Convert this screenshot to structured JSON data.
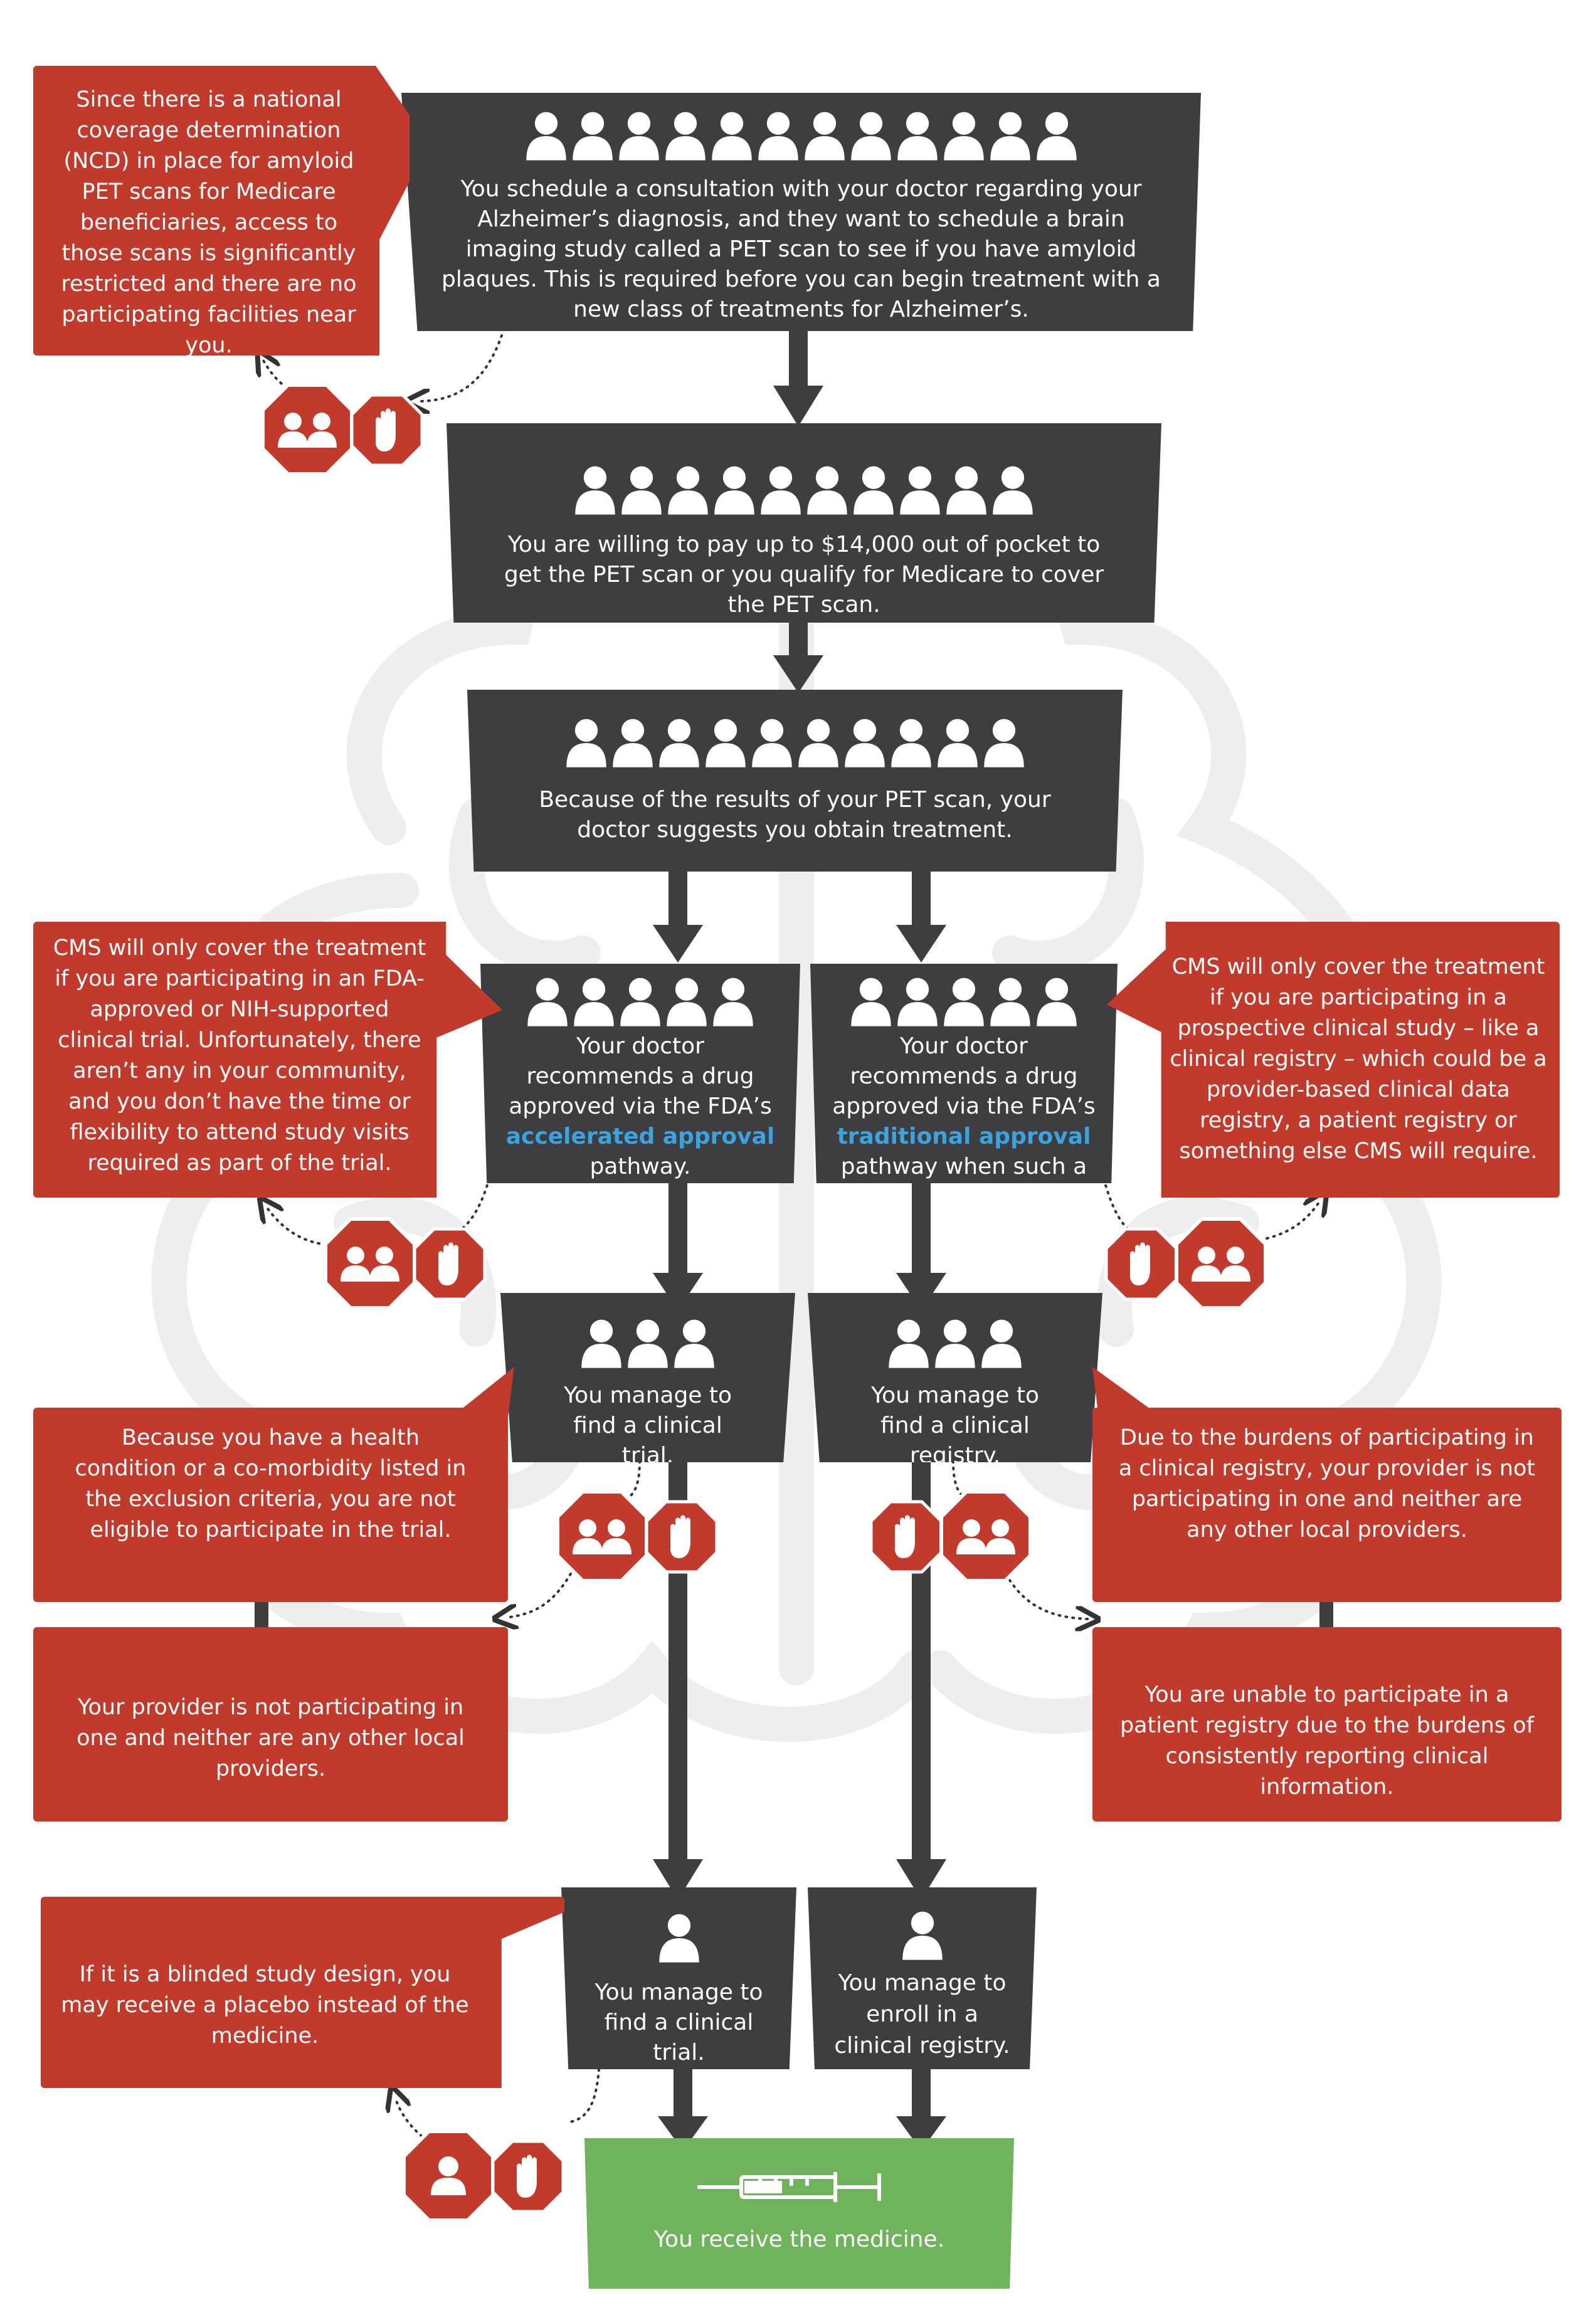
{
  "flow": {
    "step1": "You schedule a consultation with your doctor regarding your Alzheimer’s diagnosis, and they want to schedule a brain imaging study called a PET scan to see if you have amyloid plaques. This is required before you can begin treatment with a new class of treatments for Alzheimer’s.",
    "step2": "You are willing to pay up to $14,000 out of pocket to get the PET scan or you qualify for Medicare to cover the PET scan.",
    "step3": "Because of the results of your PET scan, your doctor suggests you obtain treatment.",
    "accelerated": {
      "pre": "Your doctor recommends a drug approved via the FDA’s ",
      "highlight": "accelerated approval",
      "post": " pathway."
    },
    "traditional": {
      "pre": "Your doctor recommends a drug approved via the FDA’s ",
      "highlight": "traditional approval",
      "post": " pathway when such a drug is approved."
    },
    "find_trial": "You manage to find a clinical trial.",
    "find_registry": "You manage to find a clinical registry.",
    "find_trial_final": "You manage to find a clinical trial.",
    "enroll_registry": "You manage to enroll in a clinical registry.",
    "receive": "You receive the medicine."
  },
  "barriers": {
    "ncd": "Since there is a national coverage determination (NCD) in place for amyloid PET scans for Medicare beneficiaries, access to those scans is significantly restricted and there are no participating facilities near you.",
    "cms_trial": "CMS will only cover the treatment if you are participating in an FDA-approved or NIH-supported clinical trial. Unfortunately, there aren’t any in your community, and you don’t have the time or flexibility to attend study visits required as part of the trial.",
    "cms_study": "CMS will only cover the treatment if you are participating in a prospective clinical study – like a clinical registry – which could be a provider-based clinical data registry, a patient registry or something else CMS will require.",
    "comorbidity": "Because you have a health condition or a co-morbidity listed in the exclusion criteria, you are not eligible to participate in the trial.",
    "provider_trial": "Your provider is not participating in one and neither are any other local providers.",
    "registry_burden": "Due to the burdens of participating in a clinical registry, your provider is not participating in one and neither are any other local providers.",
    "registry_reporting": "You are unable to participate in a patient registry due to the burdens of consistently reporting clinical information.",
    "placebo": "If it is a blinded study design, you may receive a placebo instead of the medicine."
  },
  "icons": {
    "person": "person-icon",
    "group": "group-stop-icon",
    "hand": "hand-stop-icon",
    "syringe": "syringe-icon",
    "brain": "brain-outline-icon"
  },
  "colors": {
    "dark": "#3e3e40",
    "red": "#c23a2c",
    "green": "#6fb45c",
    "highlight": "#3aa3e0",
    "brain": "#eeeeee"
  },
  "people_counts": {
    "step1": 12,
    "step2": 10,
    "step3": 10,
    "branch_a": 5,
    "branch_b": 5,
    "trial": 3,
    "registry": 3,
    "final_trial": 1,
    "final_registry": 1
  }
}
